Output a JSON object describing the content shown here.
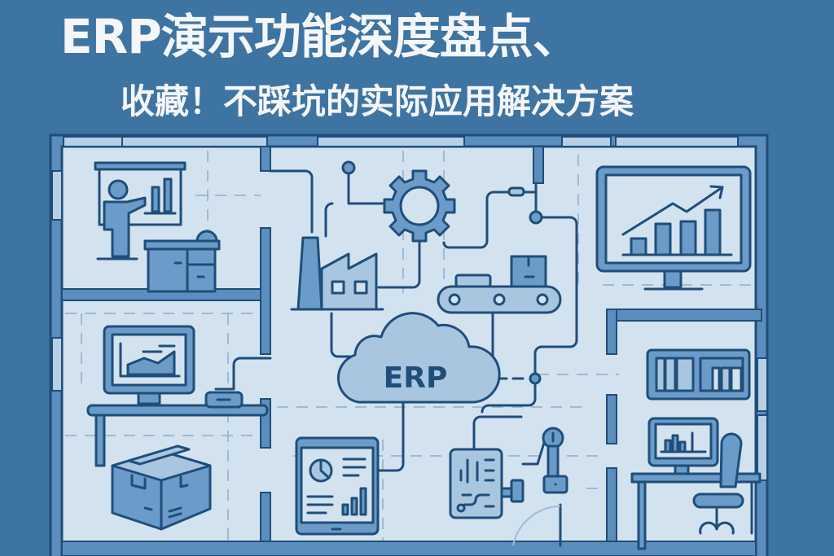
{
  "header": {
    "title_line1": "ERP演示功能深度盘点、",
    "title_line2": "收藏！不踩坑的实际应用解决方案"
  },
  "hub": {
    "label": "ERP"
  },
  "colors": {
    "background": "#3e74a2",
    "floor": "#d3e2ef",
    "wall": "#5b8dbd",
    "outline": "#1f4e7a",
    "fill_mid": "#6b9bc8",
    "fill_light": "#a9c6e0",
    "title_text": "#f4f6f8"
  },
  "rooms": [
    {
      "name": "presentation-room",
      "icons": [
        "presenter-icon",
        "whiteboard-chart-icon",
        "desk-cabinet-icon"
      ]
    },
    {
      "name": "production-hub",
      "icons": [
        "factory-icon",
        "gear-icon",
        "conveyor-belt-icon",
        "erp-cloud-icon"
      ]
    },
    {
      "name": "analytics-room",
      "icons": [
        "monitor-growth-chart-icon"
      ]
    },
    {
      "name": "office-room",
      "icons": [
        "desktop-area-chart-icon",
        "desk-icon",
        "router-icon"
      ]
    },
    {
      "name": "storage-room",
      "icons": [
        "package-box-icon"
      ]
    },
    {
      "name": "device-area",
      "icons": [
        "tablet-dashboard-icon",
        "control-panel-icon",
        "robot-arm-icon"
      ]
    },
    {
      "name": "workstation-room",
      "icons": [
        "binder-shelf-icon",
        "workstation-monitor-icon",
        "office-chair-icon"
      ]
    }
  ]
}
